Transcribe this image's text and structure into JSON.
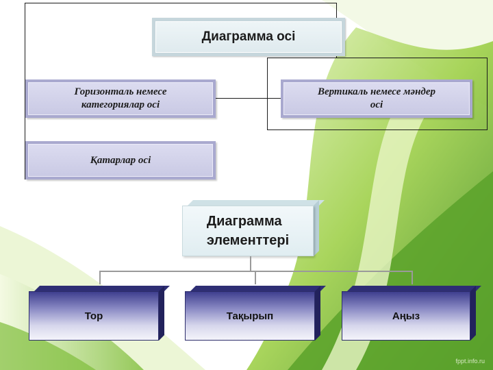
{
  "axis_section": {
    "title": "Диаграмма осі",
    "horizontal_axis": "Горизонталь немесе категориялар осі",
    "vertical_axis": "Вертикаль немесе мәндер осі",
    "series_axis": "Қатарлар осі"
  },
  "elements_section": {
    "title_line1": "Диаграмма",
    "title_line2": "элементтері",
    "items": [
      "Тор",
      "Тақырып",
      "Аңыз"
    ]
  },
  "watermark": "fppt.info.ru",
  "colors": {
    "green_accent": "#8cc63f",
    "lavender": "#c9c9e4",
    "navy": "#2e2e74"
  }
}
